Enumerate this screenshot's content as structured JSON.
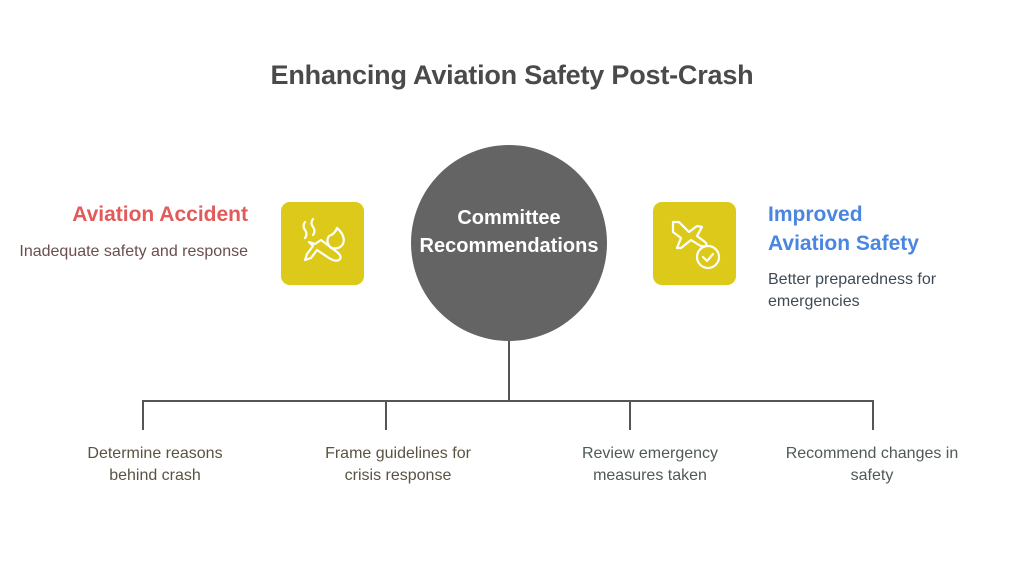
{
  "title": "Enhancing Aviation Safety Post-Crash",
  "hub": {
    "line1": "Committee",
    "line2": "Recommendations",
    "color": "#646464"
  },
  "left": {
    "heading": "Aviation Accident",
    "description": "Inadequate safety and response",
    "heading_color": "#e25a5a",
    "icon": "burning-plane-icon"
  },
  "right": {
    "heading_line1": "Improved",
    "heading_line2": "Aviation Safety",
    "description": "Better preparedness for emergencies",
    "heading_color": "#4a86e0",
    "icon": "plane-check-icon"
  },
  "icon_box_color": "#dcc91a",
  "branches": [
    {
      "line1": "Determine reasons",
      "line2": "behind crash"
    },
    {
      "line1": "Frame guidelines for",
      "line2": "crisis response"
    },
    {
      "line1": "Review emergency",
      "line2": "measures taken"
    },
    {
      "line1": "Recommend changes in",
      "line2": "safety"
    }
  ]
}
